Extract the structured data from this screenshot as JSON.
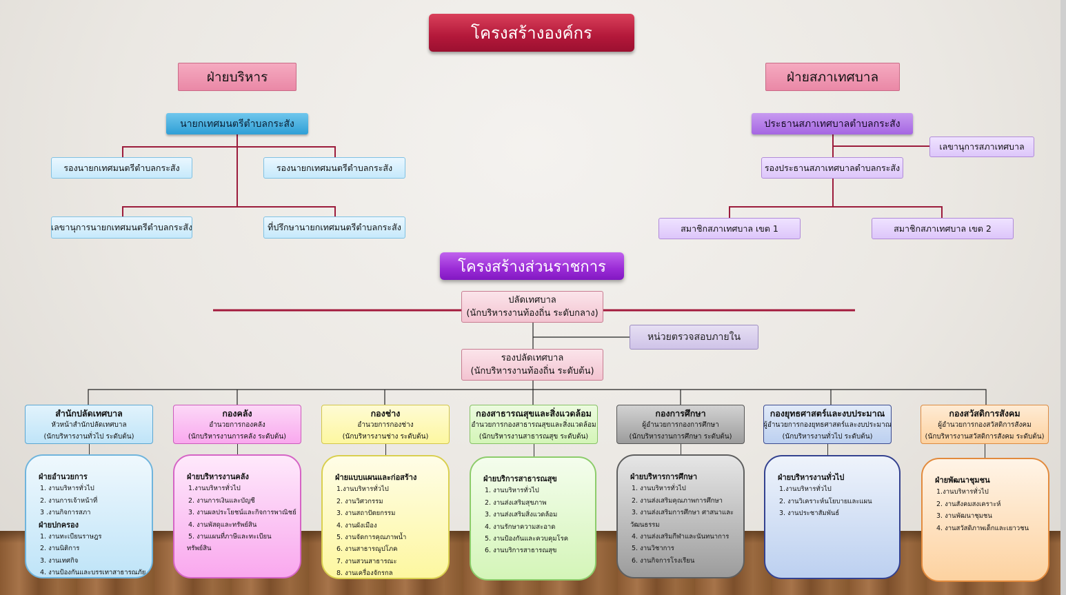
{
  "main_title": "โครงสร้างองค์กร",
  "executive": {
    "heading": "ฝ่ายบริหาร",
    "mayor": "นายกเทศมนตรีตำบลกระสัง",
    "deputy_1": "รองนายกเทศมนตรีตำบลกระสัง",
    "deputy_2": "รองนายกเทศมนตรีตำบลกระสัง",
    "secretary": "เลขานุการนายกเทศมนตรีตำบลกระสัง",
    "advisor": "ที่ปรึกษานายกเทศมนตรีตำบลกระสัง"
  },
  "council": {
    "heading": "ฝ่ายสภาเทศบาล",
    "president": "ประธานสภาเทศบาลตำบลกระสัง",
    "secretary": "เลขานุการสภาเทศบาล",
    "vice_president": "รองประธานสภาเทศบาลตำบลกระสัง",
    "member_1": "สมาชิกสภาเทศบาล เขต 1",
    "member_2": "สมาชิกสภาเทศบาล เขต 2"
  },
  "admin": {
    "heading": "โครงสร้างส่วนราชการ",
    "clerk_name": "ปลัดเทศบาล",
    "clerk_level": "(นักบริหารงานท้องถิ่น ระดับกลาง)",
    "audit": "หน่วยตรวจสอบภายใน",
    "deputy_clerk_name": "รองปลัดเทศบาล",
    "deputy_clerk_level": "(นักบริหารงานท้องถิ่น ระดับต้น)"
  },
  "departments": [
    {
      "name": "สำนักปลัดเทศบาล",
      "head": "หัวหน้าสำนักปลัดเทศบาล",
      "level": "(นักบริหารงานทั่วไป ระดับต้น)",
      "color": "#bfe4f8",
      "sections": [
        {
          "title": "ฝ่ายอำนวยการ",
          "items": [
            "1. งานบริหารทั่วไป",
            "2. งานการเจ้าหน้าที่",
            "3 .งานกิจการสภา"
          ]
        },
        {
          "title": "ฝ่ายปกครอง",
          "items": [
            "1. งานทะเบียนราษฎร",
            "2. งานนิติการ",
            "3. งานเทศกิจ",
            "4. งานป้องกันและบรรเทาสาธารณภัย"
          ]
        }
      ]
    },
    {
      "name": "กองคลัง",
      "head": "อำนวยการกองคลัง",
      "level": "(นักบริหารงานการคลัง ระดับต้น)",
      "color": "#f9a8ee",
      "sections": [
        {
          "title": "ฝ่ายบริหารงานคลัง",
          "items": [
            "1.งานบริหารทั่วไป",
            "2. งานการเงินและบัญชี",
            "3. งานผลประโยชน์และกิจการพาณิชย์",
            "4. งานพัสดุและทรัพย์สิน",
            "5. งานแผนที่ภาษีและทะเบียน",
            "ทรัพย์สิน"
          ]
        }
      ]
    },
    {
      "name": "กองช่าง",
      "head": "อำนวยการกองช่าง",
      "level": "(นักบริหารงานช่าง ระดับต้น)",
      "color": "#fdf7a0",
      "sections": [
        {
          "title": "ฝ่ายแบบแผนและก่อสร้าง",
          "items": [
            "1.งานบริหารทั่วไป",
            "2. งานวิศวกรรม",
            "3. งานสถาปัตยกรรม",
            "4. งานผังเมือง",
            "5. งานจัดการคุณภาพน้ำ",
            "6. งานสาธารณูปโภค",
            "7. งานสวนสาธารณะ",
            "8. งานเครื่องจักรกล"
          ]
        }
      ]
    },
    {
      "name": "กองสาธารณสุขและสิ่งแวดล้อม",
      "head": "อำนวยการกองสาธารณสุขและสิ่งแวดล้อม",
      "level": "(นักบริหารงานสาธารณสุข ระดับต้น)",
      "color": "#d4f5b8",
      "sections": [
        {
          "title": "ฝ่ายบริการสาธารณสุข",
          "items": [
            "1. งานบริหารทั่วไป",
            "2. งานส่งเสริมสุขภาพ",
            "3. งานส่งเสริมสิ่งแวดล้อม",
            "4. งานรักษาความสะอาด",
            "5. งานป้องกันและควบคุมโรค",
            "6. งานบริการสาธารณสุข"
          ]
        }
      ]
    },
    {
      "name": "กองการศึกษา",
      "head": "ผู้อำนวยการกองการศึกษา",
      "level": "(นักบริหารงานการศึกษา ระดับต้น)",
      "color": "#9c9c9c",
      "sections": [
        {
          "title": "ฝ่ายบริหารการศึกษา",
          "items": [
            "1. งานบริหารทั่วไป",
            "2. งานส่งเสริมคุณภาพการศึกษา",
            "3. งานส่งเสริมการศึกษา ศาสนาและ",
            "วัฒนธรรม",
            "4. งานส่งเสริมกีฬาและนันทนาการ",
            "5. งานวิชาการ",
            "6. งานกิจการโรงเรียน"
          ]
        }
      ]
    },
    {
      "name": "กองยุทธศาสตร์และงบประมาณ",
      "head": "ผู้อำนวยการกองยุทธศาสตร์และงบประมาณ",
      "level": "(นักบริหารงานทั่วไป ระดับต้น)",
      "color": "#bcd0f0",
      "sections": [
        {
          "title": "ฝ่ายบริหารงานทั่วไป",
          "items": [
            "1.งานบริหารทั่วไป",
            "2. งานวิเคราะห์นโยบายและแผน",
            "3. งานประชาสัมพันธ์"
          ]
        }
      ]
    },
    {
      "name": "กองสวัสดิการสังคม",
      "head": "ผู้อำนวยการกองสวัสดิการสังคม",
      "level": "(นักบริหารงานสวัสดิการสังคม ระดับต้น)",
      "color": "#fdd2a0",
      "sections": [
        {
          "title": "ฝ่ายพัฒนาชุมชน",
          "items": [
            "1.งานบริหารทั่วไป",
            "2. งานสังคมสงเคราะห์",
            "3. งานพัฒนาชุมชน",
            "4. งานสวัสดิภาพเด็กและเยาวชน"
          ]
        }
      ]
    }
  ]
}
